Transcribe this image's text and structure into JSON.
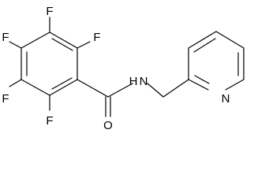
{
  "molecule": {
    "atoms": {
      "f_top_left": "F",
      "f_top_right": "F",
      "f_mid_left": "F",
      "f_bottom_left": "F",
      "f_bottom_right": "F",
      "o_carbonyl": "O",
      "n_amide": "N",
      "n_pyridine": "N",
      "h_amide": "H"
    }
  }
}
